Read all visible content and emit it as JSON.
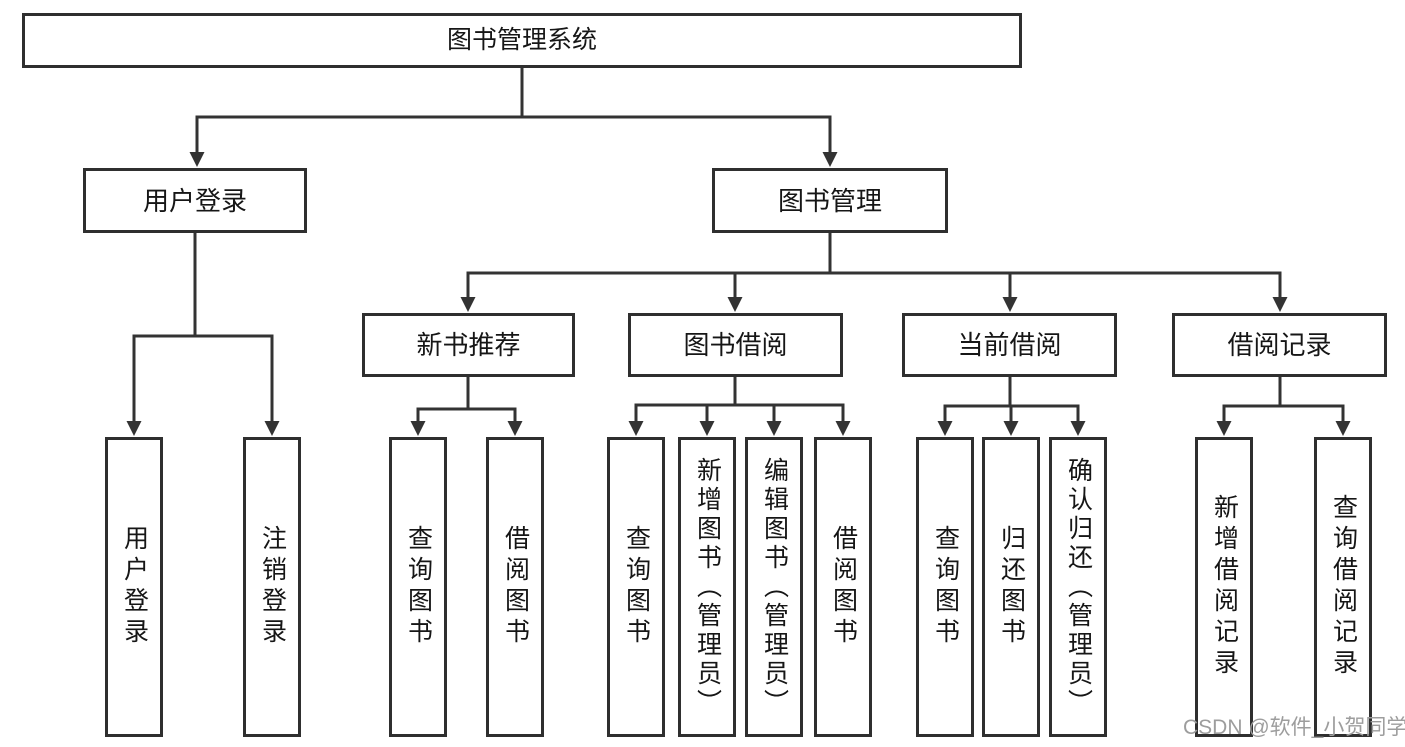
{
  "diagram": {
    "root": "图书管理系统",
    "branches": [
      {
        "label": "用户登录",
        "children": [
          {
            "label": "用户登录"
          },
          {
            "label": "注销登录"
          }
        ]
      },
      {
        "label": "图书管理",
        "children": [
          {
            "label": "新书推荐",
            "children": [
              {
                "label": "查询图书"
              },
              {
                "label": "借阅图书"
              }
            ]
          },
          {
            "label": "图书借阅",
            "children": [
              {
                "label": "查询图书"
              },
              {
                "label": "新增图书（管理员）"
              },
              {
                "label": "编辑图书（管理员）"
              },
              {
                "label": "借阅图书"
              }
            ]
          },
          {
            "label": "当前借阅",
            "children": [
              {
                "label": "查询图书"
              },
              {
                "label": "归还图书"
              },
              {
                "label": "确认归还（管理员）"
              }
            ]
          },
          {
            "label": "借阅记录",
            "children": [
              {
                "label": "新增借阅记录"
              },
              {
                "label": "查询借阅记录"
              }
            ]
          }
        ]
      }
    ]
  },
  "watermark": {
    "text": "CSDN @软件_小贺同学"
  },
  "colors": {
    "line": "#333333",
    "box_border": "#2f2f2f",
    "text": "#161616",
    "watermark": "#9d9d9d",
    "background": "#ffffff"
  }
}
